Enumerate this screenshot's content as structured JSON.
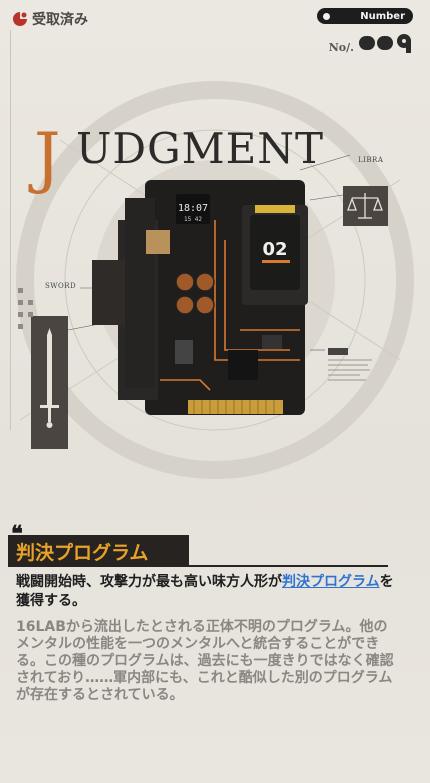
{
  "header": {
    "status_text": "受取済み",
    "pill_label": "Number",
    "no_label": "No/."
  },
  "art": {
    "title_first": "J",
    "title_rest": "UDGMENT",
    "label_libra": "LIBRA",
    "label_sword": "SWORD",
    "display_time": "18:07",
    "display_sub": "15 42",
    "module_number": "02"
  },
  "program": {
    "title": "判決プログラム",
    "effect_before": "戦闘開始時、攻撃力が最も高い味方人形が",
    "effect_link": "判決プログラム",
    "effect_after": "を獲得する。",
    "lore": "16LABから流出したとされる正体不明のプログラム。他のメンタルの性能を一つのメンタルへと統合することができる。この種のプログラムは、過去にも一度きりではなく確認されており……軍内部にも、これと酷似した別のプログラムが存在するとされている。"
  },
  "colors": {
    "accent_orange": "#c8702f",
    "title_gold": "#e9a229",
    "link_blue": "#2f74d0",
    "status_red": "#b9322b"
  }
}
